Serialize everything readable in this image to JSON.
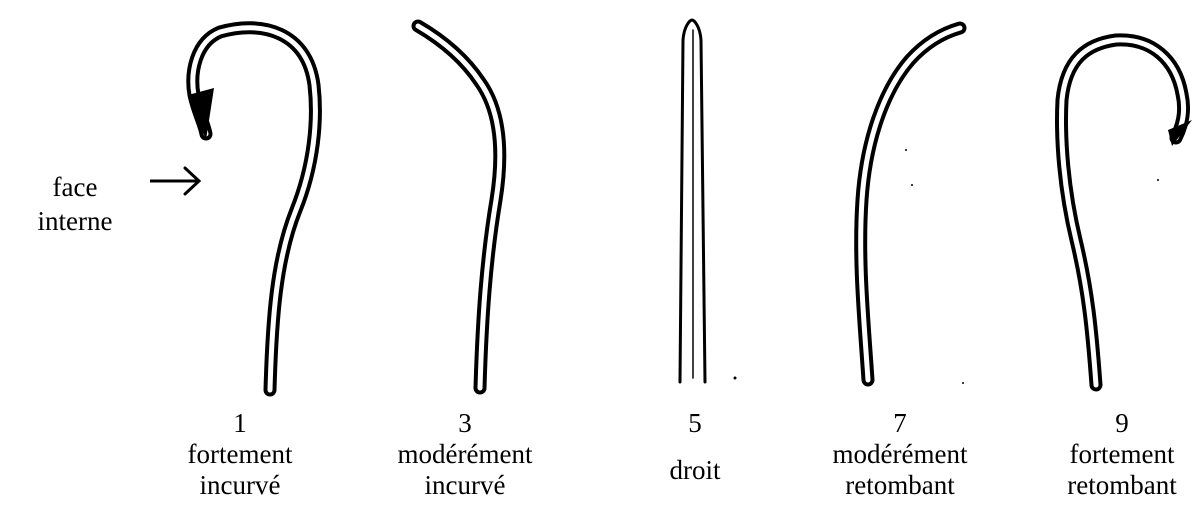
{
  "indicator": {
    "lines": [
      "face",
      "interne"
    ],
    "arrow": "arrow-right-icon"
  },
  "figures": [
    {
      "number": "1",
      "lines": [
        "fortement",
        "incurvé"
      ]
    },
    {
      "number": "3",
      "lines": [
        "modérément",
        "incurvé"
      ]
    },
    {
      "number": "5",
      "lines": [
        "droit"
      ]
    },
    {
      "number": "7",
      "lines": [
        "modérément",
        "retombant"
      ]
    },
    {
      "number": "9",
      "lines": [
        "fortement",
        "retombant"
      ]
    }
  ]
}
